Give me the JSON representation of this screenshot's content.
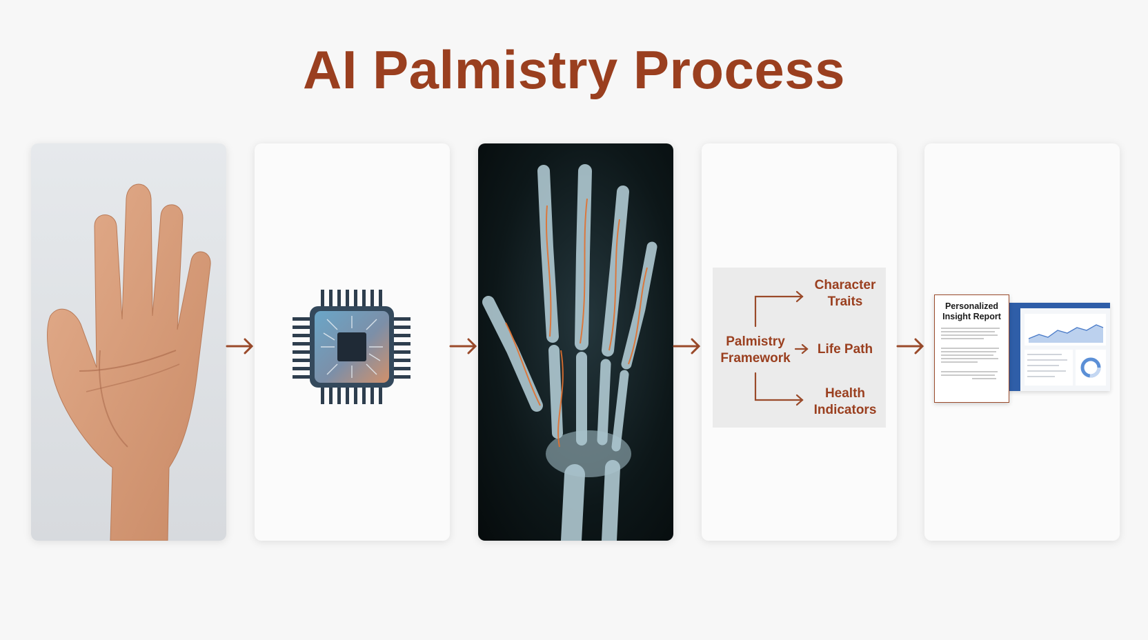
{
  "title": "AI Palmistry Process",
  "colors": {
    "accent": "#9a3f1f",
    "arrow": "#9a4a2a",
    "background": "#f7f7f7",
    "card": "#fbfbfb",
    "dashboard_blue": "#2f5ea8"
  },
  "steps": [
    {
      "id": "palm",
      "icon": "open-palm-photo"
    },
    {
      "id": "chip",
      "icon": "ai-chip-icon"
    },
    {
      "id": "xray",
      "icon": "hand-xray-with-lines"
    },
    {
      "id": "framework",
      "icon": "framework-diagram"
    },
    {
      "id": "report",
      "icon": "report-dashboard"
    }
  ],
  "framework": {
    "source": "Palmistry\nFramework",
    "outputs": [
      "Character\nTraits",
      "Life Path",
      "Health\nIndicators"
    ]
  },
  "report": {
    "doc_title": "Personalized\nInsight Report"
  }
}
